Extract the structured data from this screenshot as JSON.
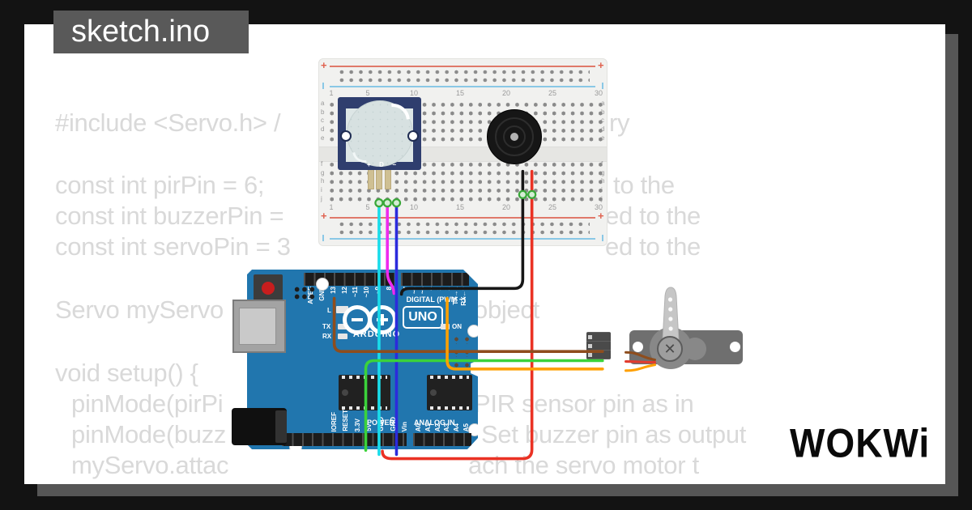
{
  "frame": {
    "title": "sketch.ino",
    "brand": "WOKWi"
  },
  "code": {
    "lines": [
      {
        "left": "#include <Servo.h> /",
        "right": "ry"
      },
      {
        "left": "const int pirPin = 6;",
        "right": "to the"
      },
      {
        "left": "const int buzzerPin =",
        "right": "ed to the"
      },
      {
        "left": "const int servoPin = 3",
        "right": "ed to the"
      },
      {
        "left": "Servo myServo",
        "right": "object"
      },
      {
        "left": "void setup() {",
        "right": ""
      },
      {
        "left": "pinMode(pirPi",
        "right": "PIR sensor pin as in"
      },
      {
        "left": "pinMode(buzz",
        "right": "Set buzzer pin as output"
      },
      {
        "left": "myServo.attac",
        "right": "ach the servo motor t"
      }
    ]
  },
  "breadboard": {
    "column_numbers": [
      "1",
      "5",
      "10",
      "15",
      "20",
      "25",
      "30"
    ],
    "rows_top": [
      "a",
      "b",
      "c",
      "d",
      "e"
    ],
    "rows_bottom": [
      "f",
      "g",
      "h",
      "i",
      "j"
    ],
    "plus": "+"
  },
  "pir": {
    "pin_labels": [
      "+",
      "D",
      "−"
    ]
  },
  "arduino": {
    "digital_label": "DIGITAL (PWM ~)",
    "logo_text": "ARDUINO",
    "model": "UNO",
    "on_label": "ON",
    "led_l": "L",
    "led_tx": "TX",
    "led_rx": "RX",
    "power_label": "POWER",
    "analog_label": "ANALOG IN",
    "top_pins_left": [
      "AREF",
      "GND",
      "13",
      "12",
      "~11",
      "~10",
      "~9",
      "8"
    ],
    "top_pins_right": [
      "7",
      "~6",
      "~5",
      "4",
      "3",
      "2",
      "TX→1",
      "RX←0"
    ],
    "bottom_pins_left": [
      "IOREF",
      "RESET",
      "3.3V",
      "5V",
      "GND",
      "GND",
      "Vin"
    ],
    "bottom_pins_right": [
      "A0",
      "A1",
      "A2",
      "A3",
      "A4",
      "A5"
    ]
  },
  "wire_colors": {
    "pir_power": "#19dcea",
    "pir_signal": "#ee2bee",
    "pir_ground": "#2b2bdc",
    "buzzer_ground": "#161616",
    "buzzer_power": "#ea3224",
    "servo_ground": "#8e4d1d",
    "servo_power": "#3bd23b",
    "servo_signal": "#ffa000",
    "cable_red": "#e23b2e",
    "connector_dot": "#39a839"
  }
}
